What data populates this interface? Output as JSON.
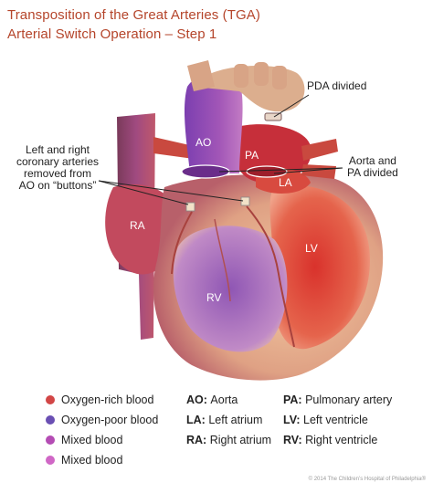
{
  "title": {
    "line1": "Transposition of the Great Arteries (TGA)",
    "line2": "Arterial Switch Operation – Step 1"
  },
  "callouts": {
    "pda": "PDA divided",
    "coronary_1": "Left and right",
    "coronary_2": "coronary arteries",
    "coronary_3": "removed from",
    "coronary_4": "AO on “buttons”",
    "aorta_pa_1": "Aorta and",
    "aorta_pa_2": "PA divided"
  },
  "labels": {
    "ao": "AO",
    "pa": "PA",
    "la": "LA",
    "ra": "RA",
    "lv": "LV",
    "rv": "RV"
  },
  "legend": {
    "colors": [
      {
        "label": "Oxygen-rich blood",
        "color": "#d24646"
      },
      {
        "label": "Oxygen-poor blood",
        "color": "#6a4fb3"
      },
      {
        "label": "Mixed blood",
        "color": "#b44cb4"
      },
      {
        "label": "Mixed blood",
        "color": "#d067c6"
      }
    ],
    "abbr_col1": [
      {
        "abbr": "AO:",
        "text": "Aorta"
      },
      {
        "abbr": "LA:",
        "text": "Left atrium"
      },
      {
        "abbr": "RA:",
        "text": "Right atrium"
      }
    ],
    "abbr_col2": [
      {
        "abbr": "PA:",
        "text": "Pulmonary artery"
      },
      {
        "abbr": "LV:",
        "text": "Left ventricle"
      },
      {
        "abbr": "RV:",
        "text": "Right ventricle"
      }
    ]
  },
  "copyright": "© 2014 The Children’s Hospital of Philadelphia®"
}
